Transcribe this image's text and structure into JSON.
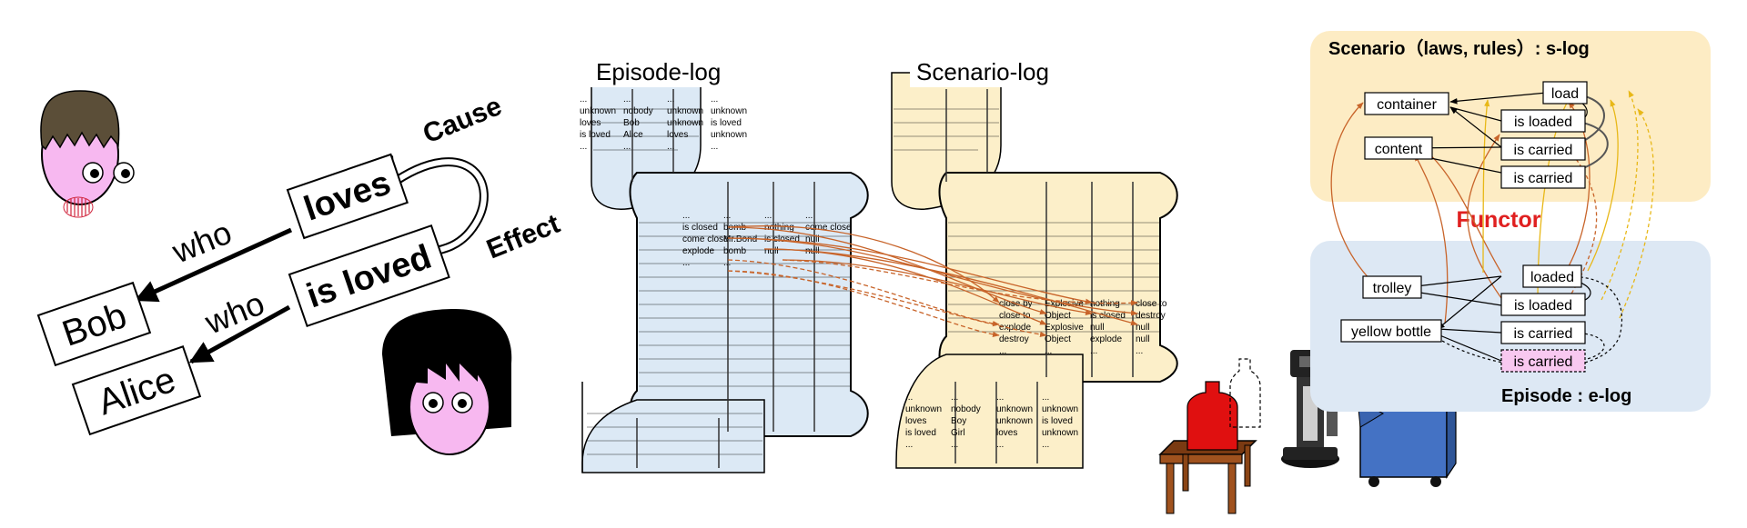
{
  "left_panel": {
    "person_male": "Bob",
    "person_female": "Alice",
    "verb_active": "loves",
    "verb_passive": "is loved",
    "who_label": "who",
    "cause_label": "Cause",
    "effect_label": "Effect"
  },
  "episode_log": {
    "title": "Episode-log",
    "top_rows": [
      [
        "...",
        "...",
        "...",
        "..."
      ],
      [
        "unknown",
        "nobody",
        "unknown",
        "unknown"
      ],
      [
        "loves",
        "Bob",
        "unknown",
        "is loved"
      ],
      [
        "is loved",
        "Alice",
        "loves",
        "unknown"
      ],
      [
        "...",
        "...",
        "...",
        "..."
      ]
    ],
    "mid_rows": [
      [
        "...",
        "...",
        "...",
        "..."
      ],
      [
        "is closed",
        "bomb",
        "nothing",
        "come close"
      ],
      [
        "come close",
        "Mr.Bond",
        "is closed",
        "null"
      ],
      [
        "explode",
        "bomb",
        "null",
        "null"
      ],
      [
        "...",
        "...",
        "",
        ""
      ]
    ]
  },
  "scenario_log": {
    "title": "Scenario-log",
    "mid_rows": [
      [
        "close by",
        "Explosive",
        "nothing",
        "close to"
      ],
      [
        "close to",
        "Object",
        "is closed",
        "destroy"
      ],
      [
        "explode",
        "Explosive",
        "null",
        "null"
      ],
      [
        "destroy",
        "Object",
        "explode",
        "null"
      ],
      [
        "...",
        "...",
        "...",
        "..."
      ]
    ],
    "bottom_rows": [
      [
        "...",
        "...",
        "...",
        "..."
      ],
      [
        "unknown",
        "nobody",
        "unknown",
        "unknown"
      ],
      [
        "loves",
        "Boy",
        "unknown",
        "is loved"
      ],
      [
        "is loved",
        "Girl",
        "loves",
        "unknown"
      ],
      [
        "...",
        "...",
        "...",
        "..."
      ]
    ]
  },
  "right_panel": {
    "scenario_title": "Scenario（laws, rules）: s-log",
    "functor_label": "Functor",
    "episode_title": "Episode : e-log",
    "s_nodes": {
      "container": "container",
      "content": "content",
      "load": "load",
      "is_loaded": "is loaded",
      "is_carried_1": "is carried",
      "is_carried_2": "is carried"
    },
    "e_nodes": {
      "trolley": "trolley",
      "yellow_bottle": "yellow bottle",
      "loaded": "loaded",
      "is_loaded": "is loaded",
      "is_carried_1": "is carried",
      "is_carried_2": "is carried"
    }
  },
  "colors": {
    "episode_fill": "#dce9f5",
    "scenario_fill": "#fcefc9",
    "scenario_panel": "#fdecc4",
    "episode_panel": "#dde8f4",
    "functor": "#e02020",
    "arrow_orange": "#c8642a",
    "arrow_yellow": "#f0c020",
    "highlight_pink": "#f8c8f0"
  }
}
